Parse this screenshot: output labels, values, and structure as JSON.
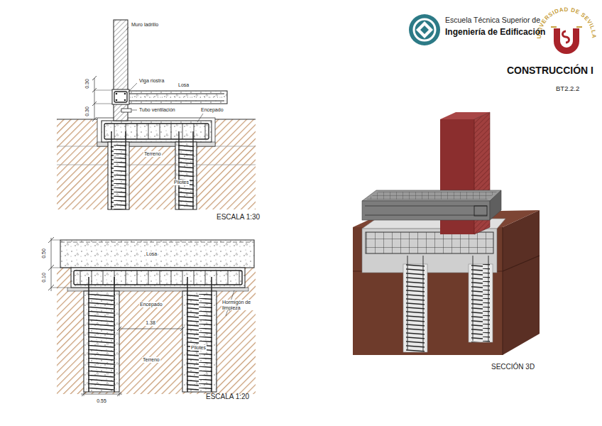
{
  "diagram": {
    "title": "CONSTRUCCIÓN I",
    "labels": [
      "Escuela Técnica Superior de",
      "Ingeniería de Edificación",
      "UNIVERSIDAD DE SEVILLA",
      "BT2.2.2",
      "Muro ladrillo",
      "0.30",
      "Viga riostra",
      "Losa",
      "0.30",
      "Tubo ventilación",
      "Encepado",
      "Terreno",
      "Pilotes",
      "ESCALA 1:30",
      "0.50",
      "Losa",
      "0.10",
      "Encepado",
      "Hormigón de limpieza",
      "1.38",
      "Terreno",
      "Pilotes",
      "0.55",
      "ESCALA 1:20",
      "SECCIÓN 3D"
    ]
  }
}
